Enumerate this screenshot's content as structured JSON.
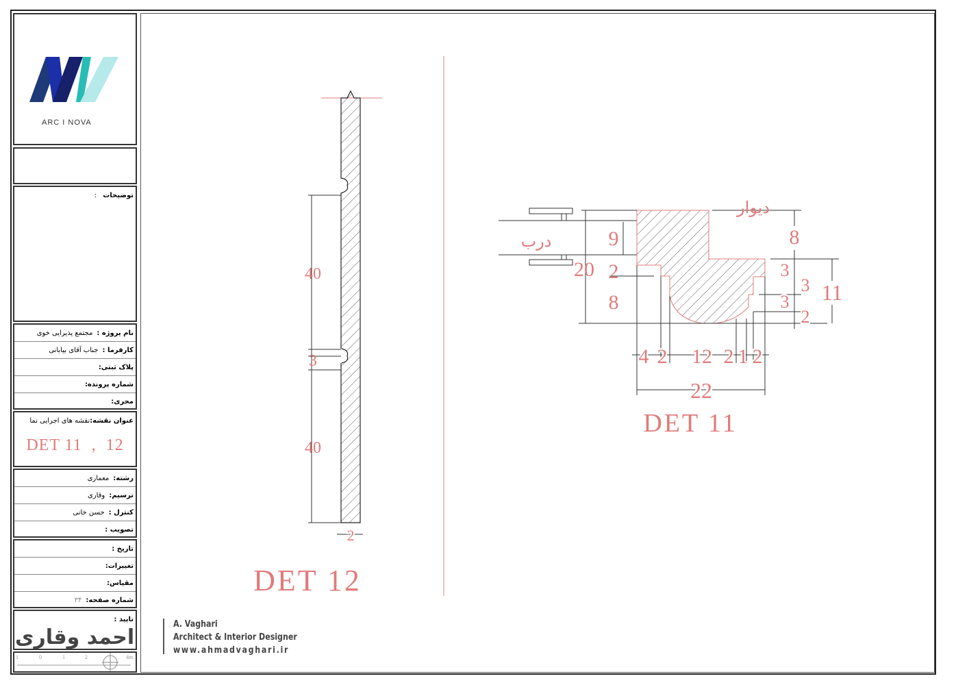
{
  "logo": {
    "name": "ARC I NOVA",
    "colors": [
      "#1f3a78",
      "#1a2fa8",
      "#16206b",
      "#27bdb5",
      "#b5e9ea"
    ]
  },
  "notes": {
    "label": "توضیحات",
    "sep": ":"
  },
  "project": [
    {
      "label": "نام پروژه :",
      "value": "مجتمع پذیرایی خوی"
    },
    {
      "label": "کارفرما :",
      "value": "جناب آقای بیابانی"
    },
    {
      "label": "پلاک ثبتی:",
      "value": ""
    },
    {
      "label": "شماره پرونده:",
      "value": ""
    },
    {
      "label": "مجری:",
      "value": ""
    }
  ],
  "sheet_title": {
    "label": "عنوان نقشه:",
    "value": "نقشه های اجرایی نما",
    "code": "DET 11  ,  12"
  },
  "team": [
    {
      "label": "رشته:",
      "value": "معماری"
    },
    {
      "label": "ترسیم:",
      "value": "وقاری"
    },
    {
      "label": "کنترل :",
      "value": "حسن خانی"
    },
    {
      "label": "تصویب :",
      "value": ""
    }
  ],
  "meta": [
    {
      "label": "تاریخ :",
      "value": ""
    },
    {
      "label": "تغییرات:",
      "value": ""
    },
    {
      "label": "مقیاس:",
      "value": ""
    },
    {
      "label": "شماره صفحه:",
      "value": "۳۴"
    }
  ],
  "approve": {
    "label": "تایید :"
  },
  "scale_bar": {
    "ticks": [
      "1",
      "0",
      "1",
      "2",
      "4m"
    ]
  },
  "signature": {
    "calligraphy": "احمد وقاری",
    "name": "A. Vaghari",
    "role": "Architect & Interior Designer",
    "website": "www.ahmadvaghari.ir"
  },
  "det12": {
    "title": "DET 12",
    "dims": [
      "40",
      "3",
      "40",
      "2"
    ]
  },
  "det11": {
    "title": "DET 11",
    "wall_label": "دیوار",
    "door_label": "درب",
    "dims_left": [
      "9",
      "20",
      "2",
      "8"
    ],
    "dims_right": [
      "8",
      "3",
      "3",
      "3",
      "2",
      "11"
    ],
    "dims_bottom": [
      "4",
      "2",
      "12",
      "2",
      "1",
      "2"
    ],
    "overall": "22"
  },
  "colors": {
    "annotation": "#e07b7b",
    "line": "#222222"
  }
}
